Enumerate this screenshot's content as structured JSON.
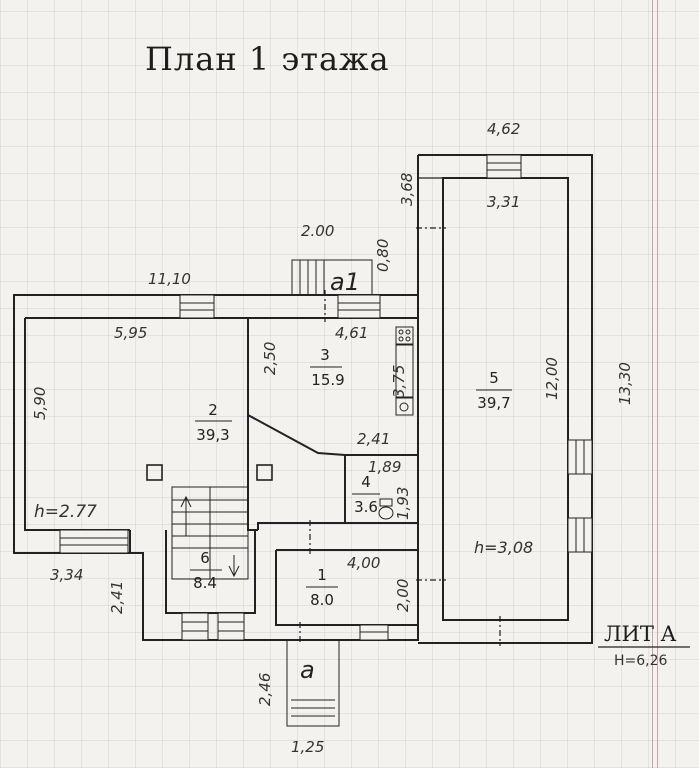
{
  "title": "План 1 этажа",
  "rooms": [
    {
      "number": "1",
      "area": "8.0"
    },
    {
      "number": "2",
      "area": "39,3"
    },
    {
      "number": "3",
      "area": "15.9"
    },
    {
      "number": "4",
      "area": "3.6"
    },
    {
      "number": "5",
      "area": "39,7"
    },
    {
      "number": "6",
      "area": "8.4"
    }
  ],
  "dimensions": {
    "d_4_62": "4,62",
    "d_3_68": "3,68",
    "d_3_31": "3,31",
    "d_2_00_top": "2.00",
    "d_0_80": "0,80",
    "d_11_10": "11,10",
    "d_5_95": "5,95",
    "d_4_61": "4,61",
    "d_2_50": "2,50",
    "d_3_75": "3,75",
    "d_5_90": "5,90",
    "d_2_41_kitchen": "2,41",
    "d_1_89": "1,89",
    "d_1_93": "1,93",
    "d_12_00": "12,00",
    "d_13_30": "13,30",
    "d_3_34": "3,34",
    "d_2_41_left": "2,41",
    "d_4_00": "4,00",
    "d_2_00_right": "2,00",
    "d_2_46": "2,46",
    "d_1_25": "1,25"
  },
  "heights": {
    "left": "h=2.77",
    "right": "h=3,08"
  },
  "entrances": {
    "main": "a",
    "secondary": "a1"
  },
  "lit": "ЛИТ А",
  "h_total": "Н=6,26"
}
